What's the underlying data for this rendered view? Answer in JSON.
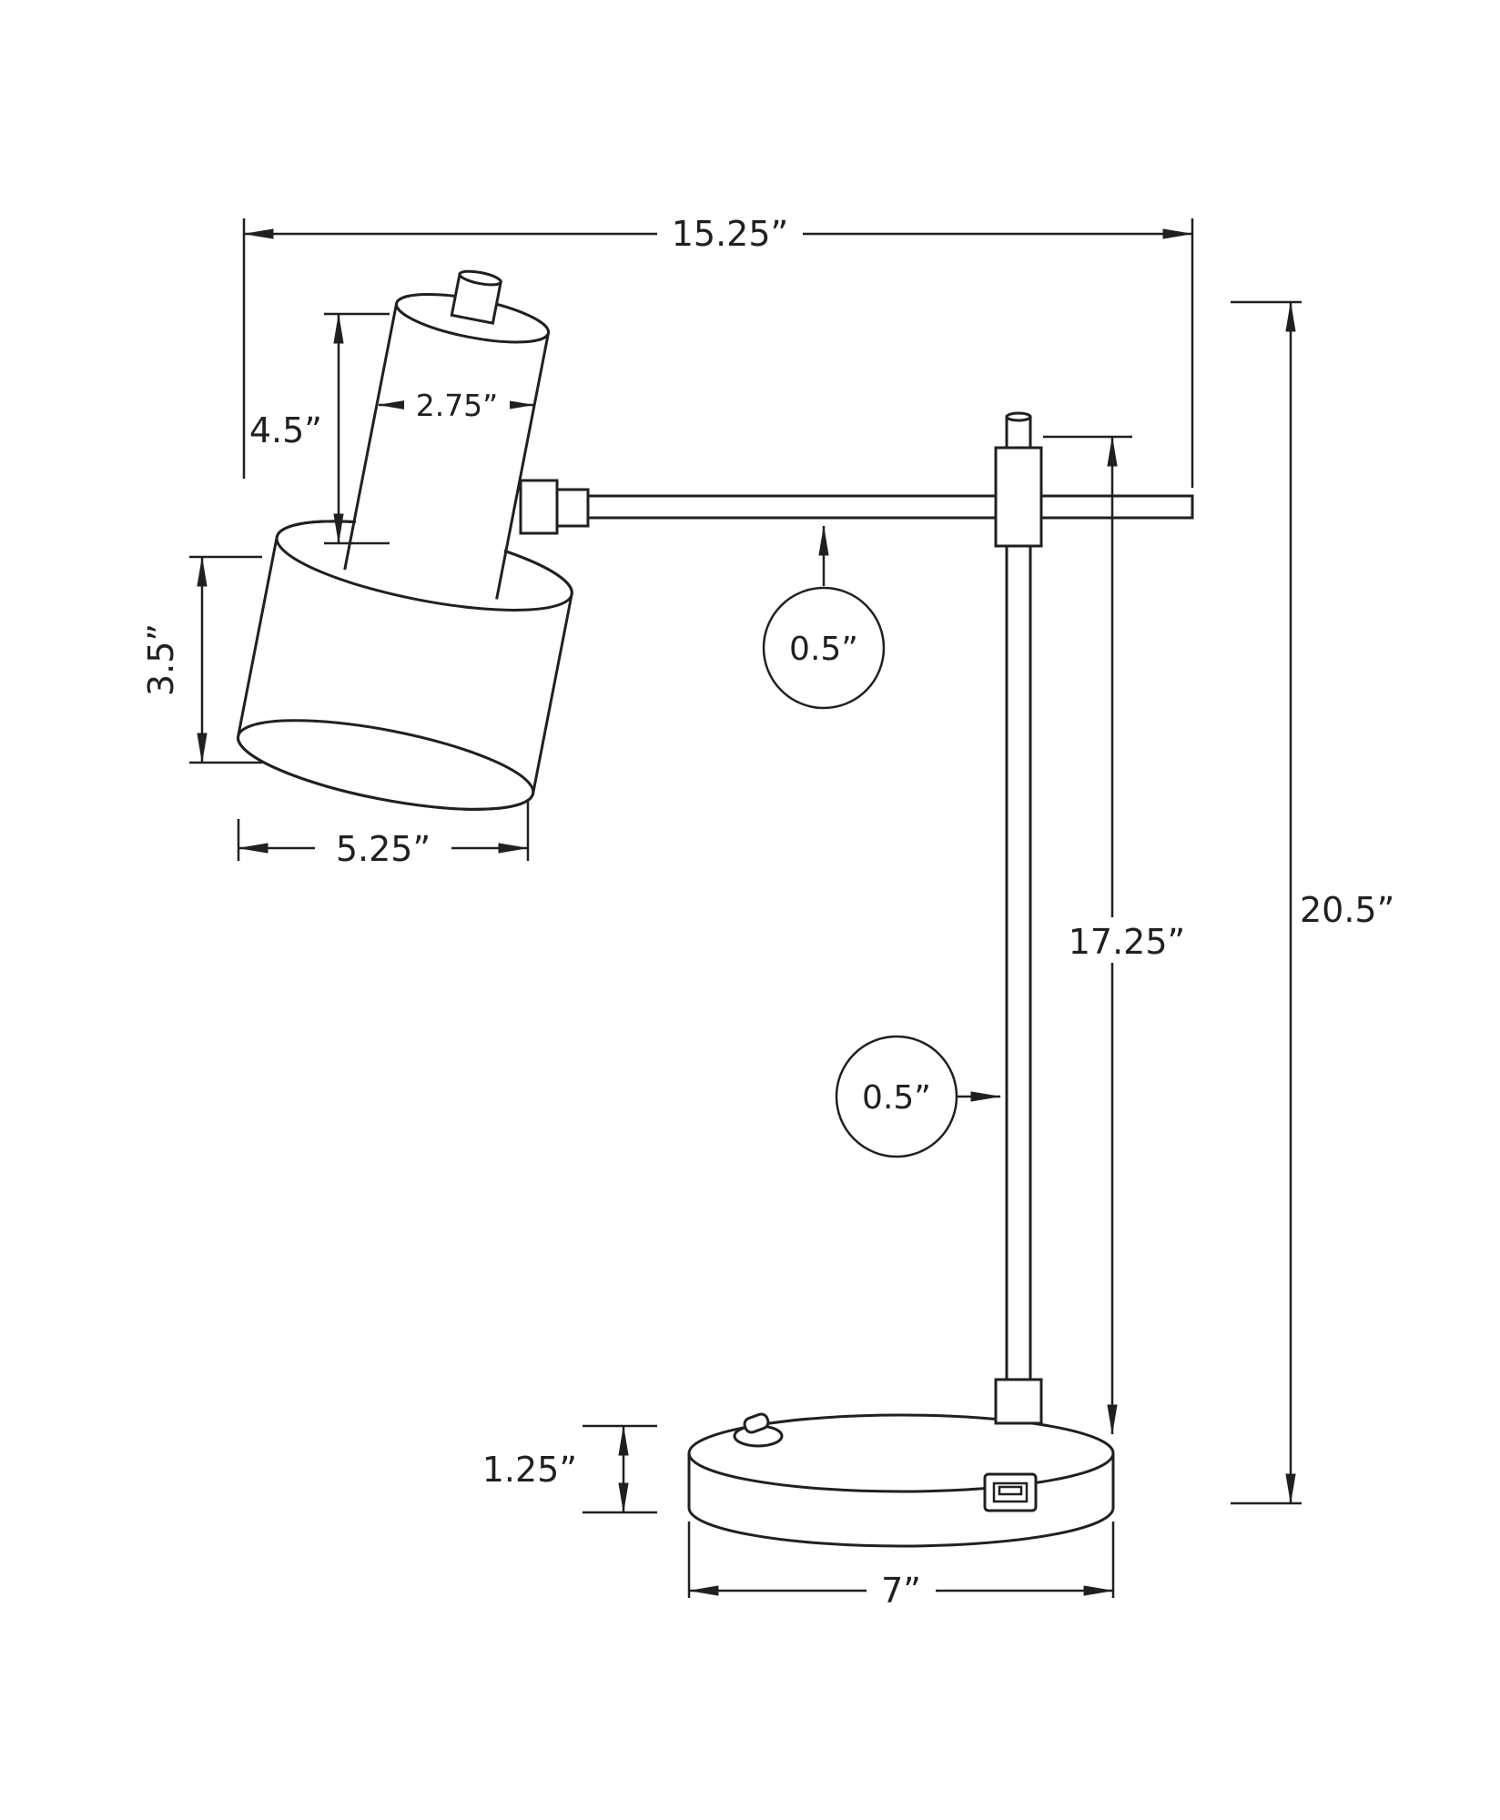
{
  "diagram": {
    "type": "technical-dimension-drawing",
    "subject": "desk lamp with USB charging base",
    "line_color": "#231f20",
    "background_color": "#ffffff",
    "labels": {
      "overall_width": "15.25”",
      "overall_height": "20.5”",
      "pole_height": "17.25”",
      "head_height": "4.5”",
      "head_diameter": "2.75”",
      "shade_height": "3.5”",
      "shade_diameter": "5.25”",
      "arm_diameter": "0.5”",
      "pole_diameter": "0.5”",
      "base_height": "1.25”",
      "base_diameter": "7”"
    }
  }
}
